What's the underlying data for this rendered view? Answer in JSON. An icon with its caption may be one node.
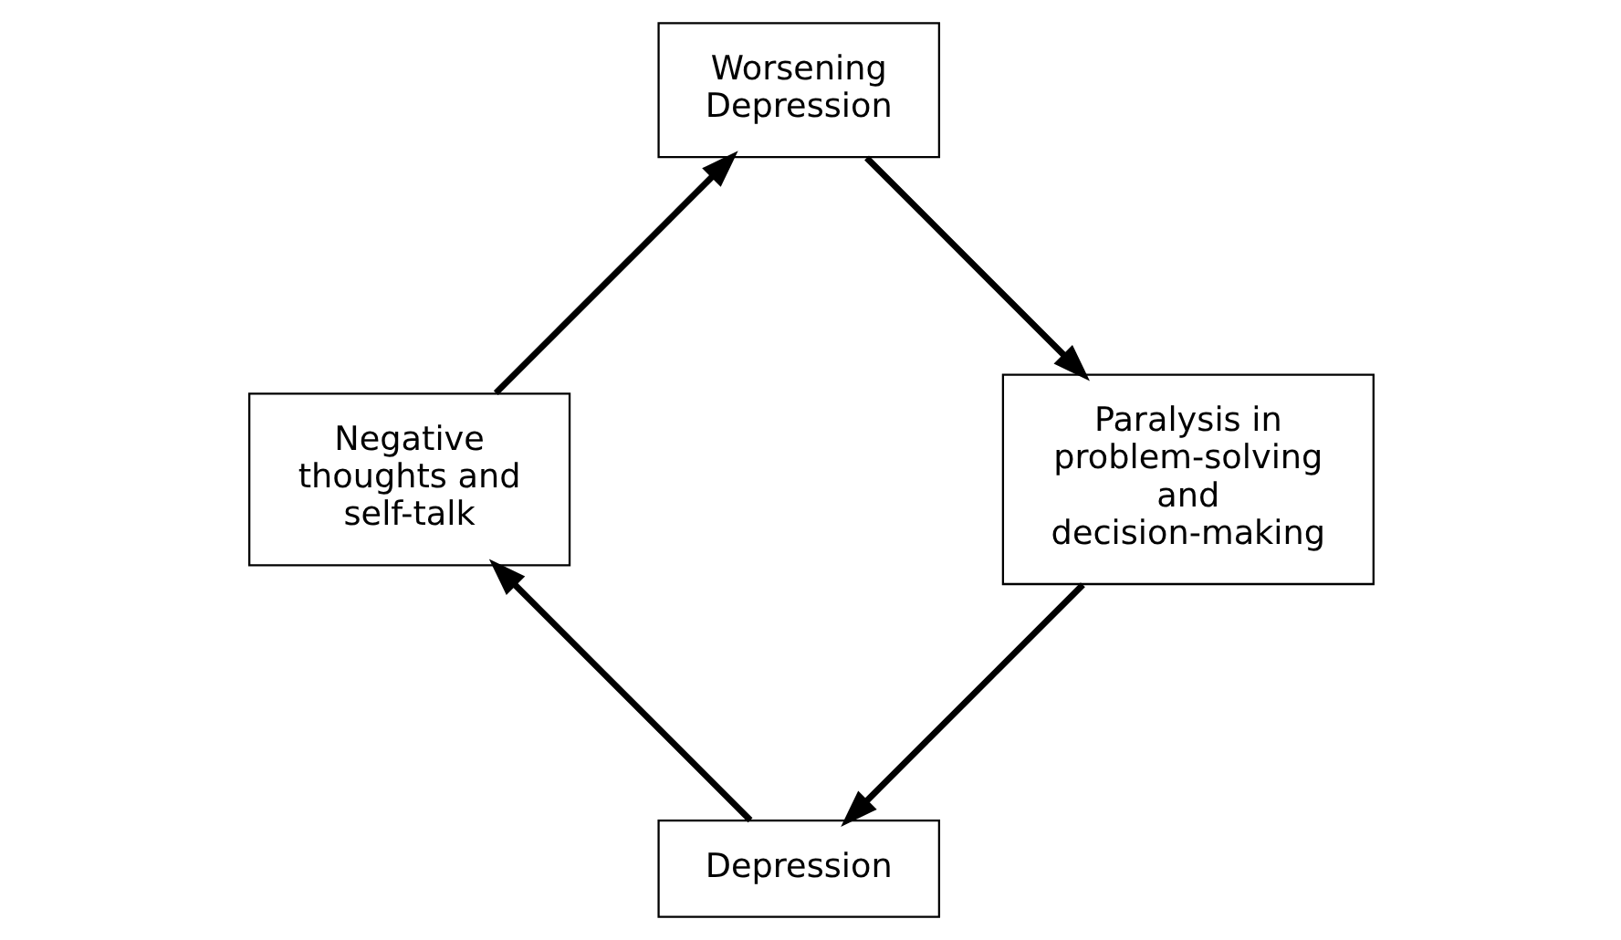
{
  "diagram": {
    "nodes": [
      {
        "text": [
          "Depression"
        ]
      },
      {
        "text": [
          "Negative thoughts and self-talk"
        ]
      },
      {
        "text": [
          "Worsening Depression"
        ]
      },
      {
        "text": [
          "Paralysis in problem-solving and decision-making"
        ]
      }
    ],
    "edges": [
      {
        "from": 0,
        "to": 1,
        "arrow": "to"
      },
      {
        "from": 1,
        "to": 2,
        "arrow": "to"
      },
      {
        "from": 2,
        "to": 3,
        "arrow": "to"
      },
      {
        "from": 3,
        "to": 0,
        "arrow": "to"
      }
    ]
  }
}
